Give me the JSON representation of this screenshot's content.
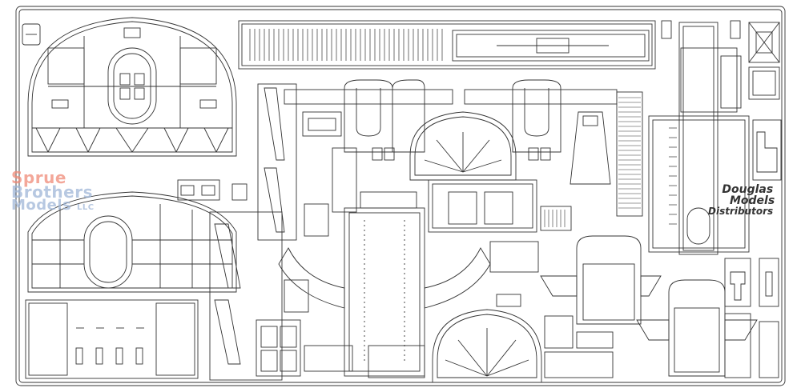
{
  "watermark": {
    "line1": "Sprue",
    "line2": "Brothers",
    "line3": "Models",
    "line3_suffix": "LLC"
  },
  "distributor": {
    "line1": "Douglas",
    "line2": "Models",
    "line3": "Distributors"
  },
  "colors": {
    "outline": "#333333",
    "background": "#ffffff",
    "watermark_red": "#f08a78",
    "watermark_blue": "#9fb6d8"
  }
}
